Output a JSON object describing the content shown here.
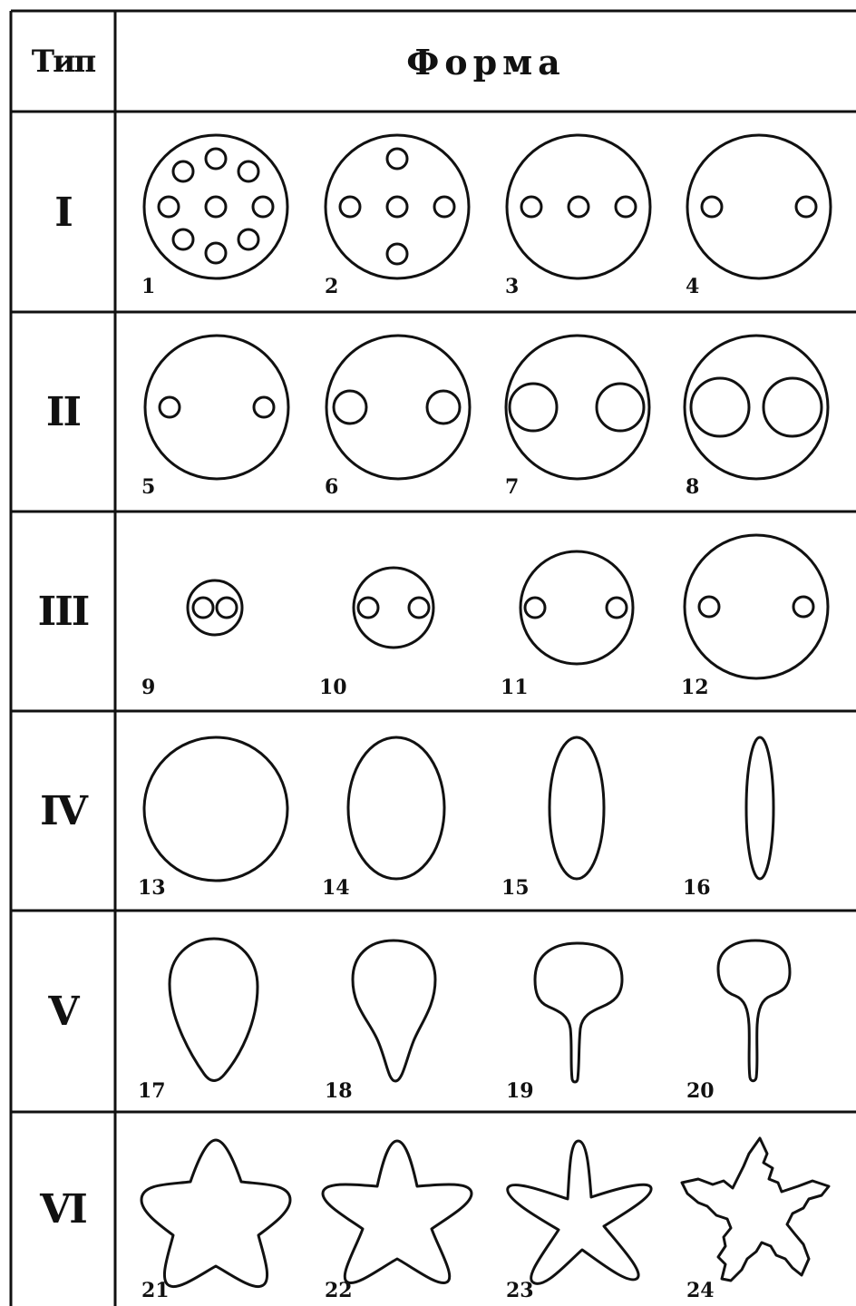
{
  "header": {
    "type_label": "Тип",
    "form_label": "Форма"
  },
  "rows": [
    {
      "type": "I",
      "shapes": [
        {
          "number": "1",
          "kind": "holed-disc-9"
        },
        {
          "number": "2",
          "kind": "holed-disc-5"
        },
        {
          "number": "3",
          "kind": "holed-disc-3"
        },
        {
          "number": "4",
          "kind": "holed-disc-2"
        }
      ]
    },
    {
      "type": "II",
      "shapes": [
        {
          "number": "5",
          "kind": "disc-two-holes-small"
        },
        {
          "number": "6",
          "kind": "disc-two-holes-medium"
        },
        {
          "number": "7",
          "kind": "disc-two-holes-large"
        },
        {
          "number": "8",
          "kind": "disc-two-holes-largest"
        }
      ]
    },
    {
      "type": "III",
      "shapes": [
        {
          "number": "9",
          "kind": "disc-tiny"
        },
        {
          "number": "10",
          "kind": "disc-small"
        },
        {
          "number": "11",
          "kind": "disc-medium"
        },
        {
          "number": "12",
          "kind": "disc-large"
        }
      ]
    },
    {
      "type": "IV",
      "shapes": [
        {
          "number": "13",
          "kind": "circle"
        },
        {
          "number": "14",
          "kind": "ellipse-wide"
        },
        {
          "number": "15",
          "kind": "ellipse-narrow"
        },
        {
          "number": "16",
          "kind": "ellipse-thin"
        }
      ]
    },
    {
      "type": "V",
      "shapes": [
        {
          "number": "17",
          "kind": "drop"
        },
        {
          "number": "18",
          "kind": "drop-tapered"
        },
        {
          "number": "19",
          "kind": "club"
        },
        {
          "number": "20",
          "kind": "club-thin"
        }
      ]
    },
    {
      "type": "VI",
      "shapes": [
        {
          "number": "21",
          "kind": "star-rounded"
        },
        {
          "number": "22",
          "kind": "star-medium"
        },
        {
          "number": "23",
          "kind": "star-slim"
        },
        {
          "number": "24",
          "kind": "star-jagged"
        }
      ]
    }
  ]
}
